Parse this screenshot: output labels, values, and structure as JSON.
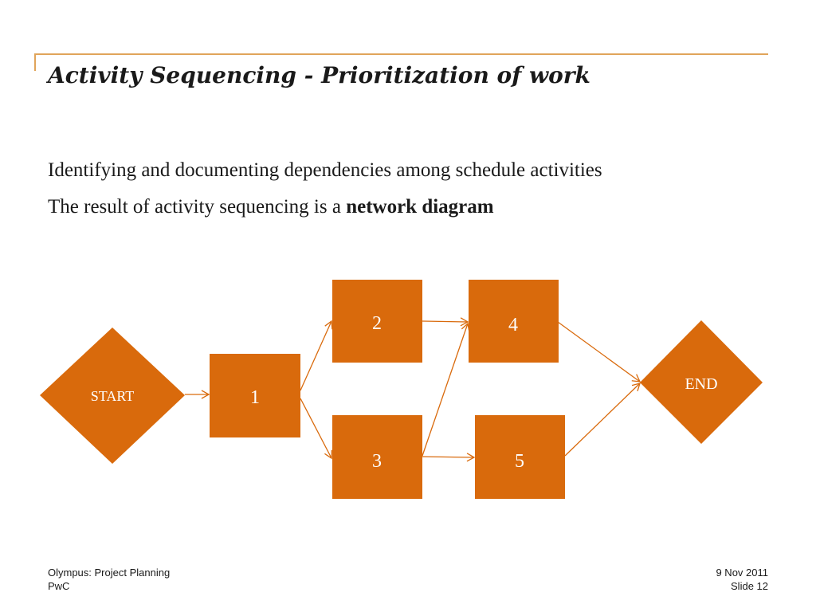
{
  "slide": {
    "title": "Activity Sequencing - Prioritization of work",
    "line1": "Identifying and documenting dependencies among schedule activities",
    "line2_prefix": "The result of activity sequencing is a ",
    "line2_bold": "network diagram"
  },
  "diagram": {
    "color": "#d96a0c",
    "nodes": {
      "start": "START",
      "n1": "1",
      "n2": "2",
      "n3": "3",
      "n4": "4",
      "n5": "5",
      "end": "END"
    }
  },
  "footer": {
    "left_line1": "Olympus: Project Planning",
    "left_line2": "PwC",
    "right_line1": "9 Nov 2011",
    "right_line2": "Slide 12"
  }
}
